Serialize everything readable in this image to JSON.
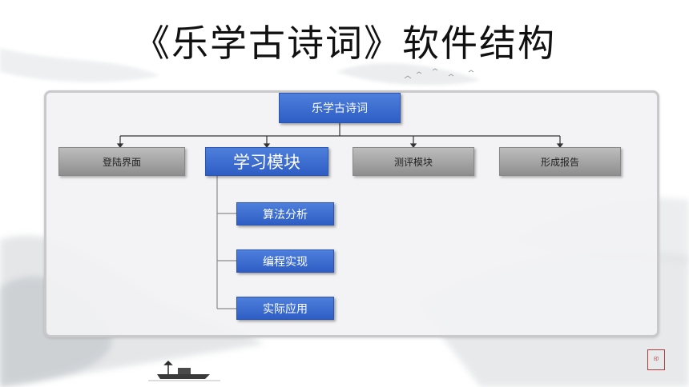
{
  "title": "《乐学古诗词》软件结构",
  "root": {
    "label": "乐学古诗词"
  },
  "modules": [
    {
      "label": "登陆界面"
    },
    {
      "label": "学习模块"
    },
    {
      "label": "测评模块"
    },
    {
      "label": "形成报告"
    }
  ],
  "submodules": [
    {
      "label": "算法分析"
    },
    {
      "label": "编程实现"
    },
    {
      "label": "实际应用"
    }
  ],
  "colors": {
    "blue": "#3a6bd0",
    "gray": "#a6a6a6",
    "seal": "#b23a3a"
  }
}
